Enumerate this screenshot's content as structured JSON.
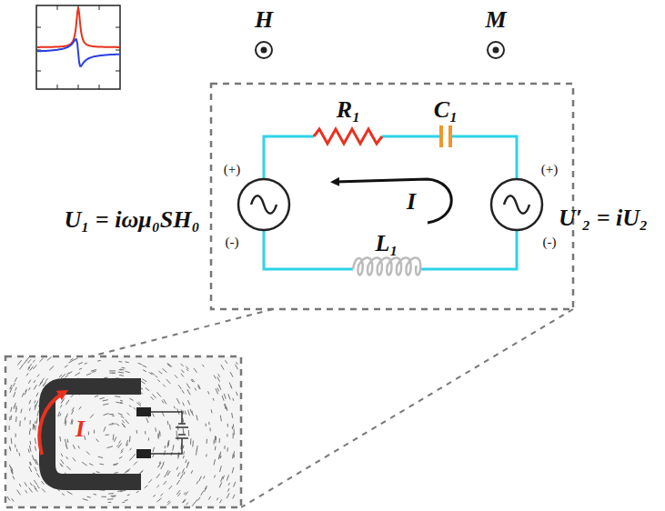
{
  "diagram": {
    "labels": [
      "H",
      "M",
      "R₁",
      "C₁",
      "(+)",
      "(-)",
      "I",
      "(+)",
      "(-)",
      "U₁ = iωμ₀SH₀",
      "L₁",
      "U′₂ = iU₂",
      "I"
    ]
  }
}
